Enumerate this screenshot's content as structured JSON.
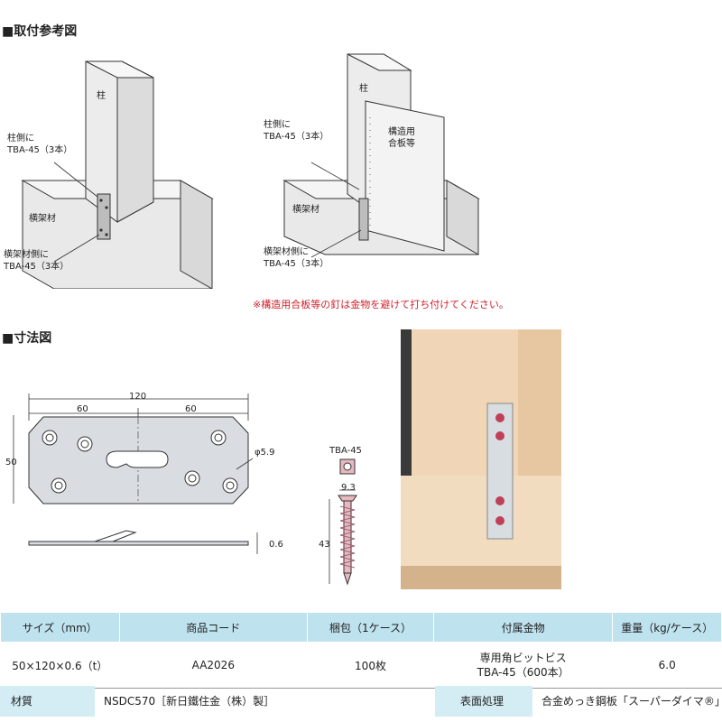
{
  "section1": {
    "title": "■取付参考図"
  },
  "diagram_left": {
    "pillar": "柱",
    "beam": "横架材",
    "callout_top": [
      "柱側に",
      "TBA-45（3本）"
    ],
    "callout_bottom": [
      "横架材側に",
      "TBA-45（3本）"
    ]
  },
  "diagram_right": {
    "pillar": "柱",
    "beam": "横架材",
    "panel": [
      "構造用",
      "合板等"
    ],
    "callout_top": [
      "柱側に",
      "TBA-45（3本）"
    ],
    "callout_bottom": [
      "横架材側に",
      "TBA-45（3本）"
    ]
  },
  "note": "※構造用合板等の釘は金物を避けて打ち付けてください。",
  "section2": {
    "title": "■寸法図"
  },
  "dimensions": {
    "total_width": "120",
    "half_left": "60",
    "half_right": "60",
    "height": "50",
    "hole": "φ5.9",
    "thickness": "0.6"
  },
  "screw": {
    "name": "TBA-45",
    "head": "9.3",
    "length": "43"
  },
  "table": {
    "headers": [
      "サイズ（mm）",
      "商品コード",
      "梱包（1ケース）",
      "付属金物",
      "重量（kg/ケース）"
    ],
    "row": {
      "size": "50×120×0.6（t）",
      "code": "AA2026",
      "pack": "100枚",
      "accessory_1": "専用角ビットビス",
      "accessory_2": "TBA-45（600本）",
      "weight": "6.0"
    }
  },
  "footer": {
    "material_label": "材質",
    "material_value": "NSDC570［新日鐵住金（株）製］",
    "finish_label": "表面処理",
    "finish_value": "合金めっき鋼板「スーパーダイマ®」"
  },
  "colors": {
    "header_bg": "#bfe2ef",
    "footer_label_bg": "#d4ecf4",
    "note_red": "#d0202b",
    "wood": "#f2dcc0"
  }
}
